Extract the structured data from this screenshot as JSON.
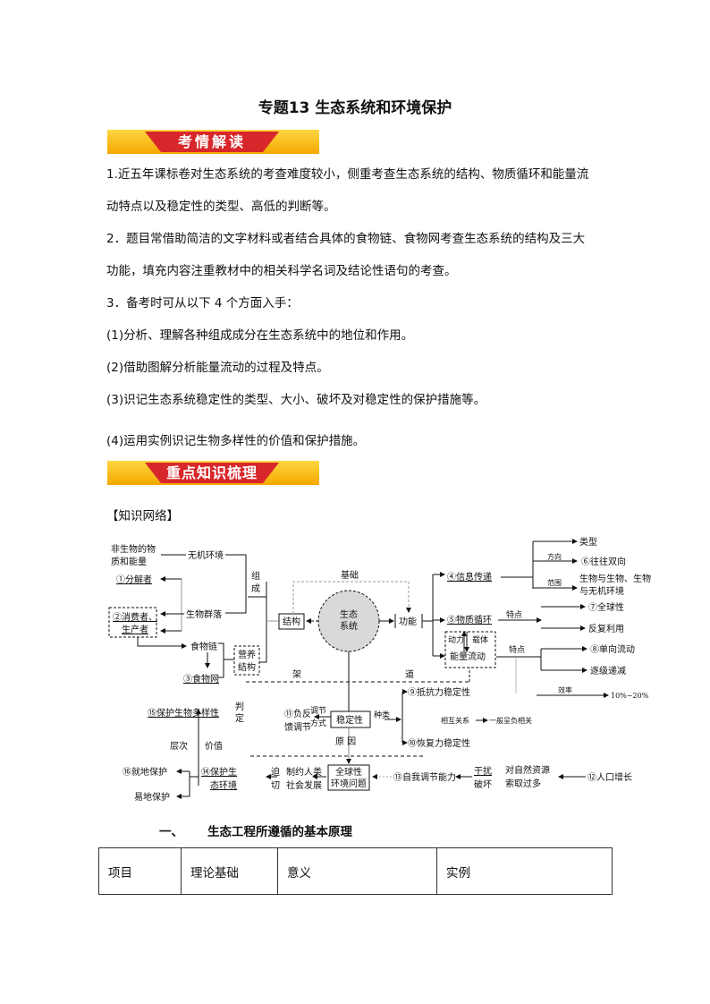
{
  "title": "专题13  生态系统和环境保护",
  "banners": {
    "analysis": "考情解读",
    "knowledge": "重点知识梳理"
  },
  "paragraphs": [
    "1.近五年课标卷对生态系统的考查难度较小，侧重考查生态系统的结构、物质循环和能量流",
    "动特点以及稳定性的类型、高低的判断等。",
    "2．题目常借助简洁的文字材料或者结合具体的食物链、食物网考查生态系统的结构及三大",
    "功能，填充内容注重教材中的相关科学名词及结论性语句的考查。",
    "3．备考时可从以下 4 个方面入手：",
    "(1)分析、理解各种组成成分在生态系统中的地位和作用。",
    "(2)借助图解分析能量流动的过程及特点。",
    "(3)识记生态系统稳定性的类型、大小、破坏及对稳定性的保护措施等。",
    "(4)运用实例识记生物多样性的价值和保护措施。"
  ],
  "knowledge_network_label": "【知识网络】",
  "diagram": {
    "nonliving1": "非生物的物",
    "nonliving2": "质和能量",
    "inorganic": "无机环境",
    "decomposer": "①分解者",
    "consumer": "②消费者、",
    "producer": "生产者",
    "community": "生物群落",
    "zu": "组",
    "cheng": "成",
    "foodchain": "食物链",
    "foodweb": "③食物网",
    "trophic1": "营养",
    "trophic2": "结构",
    "structure": "结构",
    "eco1": "生态",
    "eco2": "系统",
    "basis": "基础",
    "jia": "架",
    "dao": "道",
    "function": "功能",
    "info": "④信息传递",
    "type": "类型",
    "direction": "方向",
    "bidirectional": "⑥往往双向",
    "scope": "范围",
    "scope_v1": "生物与生物、生物",
    "scope_v2": "与无机环境",
    "matter": "⑤物质循环",
    "feature1": "特点",
    "global": "⑦全球性",
    "reuse": "反复利用",
    "power": "动力",
    "carrier": "载体",
    "energy": "能量流动",
    "feature2": "特点",
    "oneway": "⑧单向流动",
    "decrease": "逐级递减",
    "efficiency": "效率",
    "eff_value": "10%~20%",
    "resist": "⑨抵抗力稳定性",
    "relation": "相互关系",
    "negative_corr": "一般呈负相关",
    "recover": "⑩恢复力稳定性",
    "kind": "种类",
    "stability": "稳定性",
    "feedback1": "⑪负反",
    "feedback2": "馈调节",
    "reg1": "调节",
    "reg2": "方式",
    "cause": "原  因",
    "global_env1": "全球性",
    "global_env2": "环境问题",
    "restrict1": "制约人类",
    "restrict2": "社会发展",
    "po": "迫",
    "qie": "切",
    "protect_env1": "⑭保护生",
    "protect_env2": "态环境",
    "biodiv": "⑮保护生物多样性",
    "pan": "判",
    "ding": "定",
    "level": "层次",
    "value": "价值",
    "insitu": "⑯就地保护",
    "exsitu": "易地保护",
    "selfreg": "⑬自我调节能力",
    "disturb": "干扰",
    "destroy": "破坏",
    "overuse1": "对自然资源",
    "overuse2": "索取过多",
    "population": "⑫人口增长"
  },
  "section_heading": {
    "number": "一、",
    "text": "生态工程所遵循的基本原理"
  },
  "table": {
    "headers": [
      "项目",
      "理论基础",
      "意义",
      "实例"
    ]
  }
}
